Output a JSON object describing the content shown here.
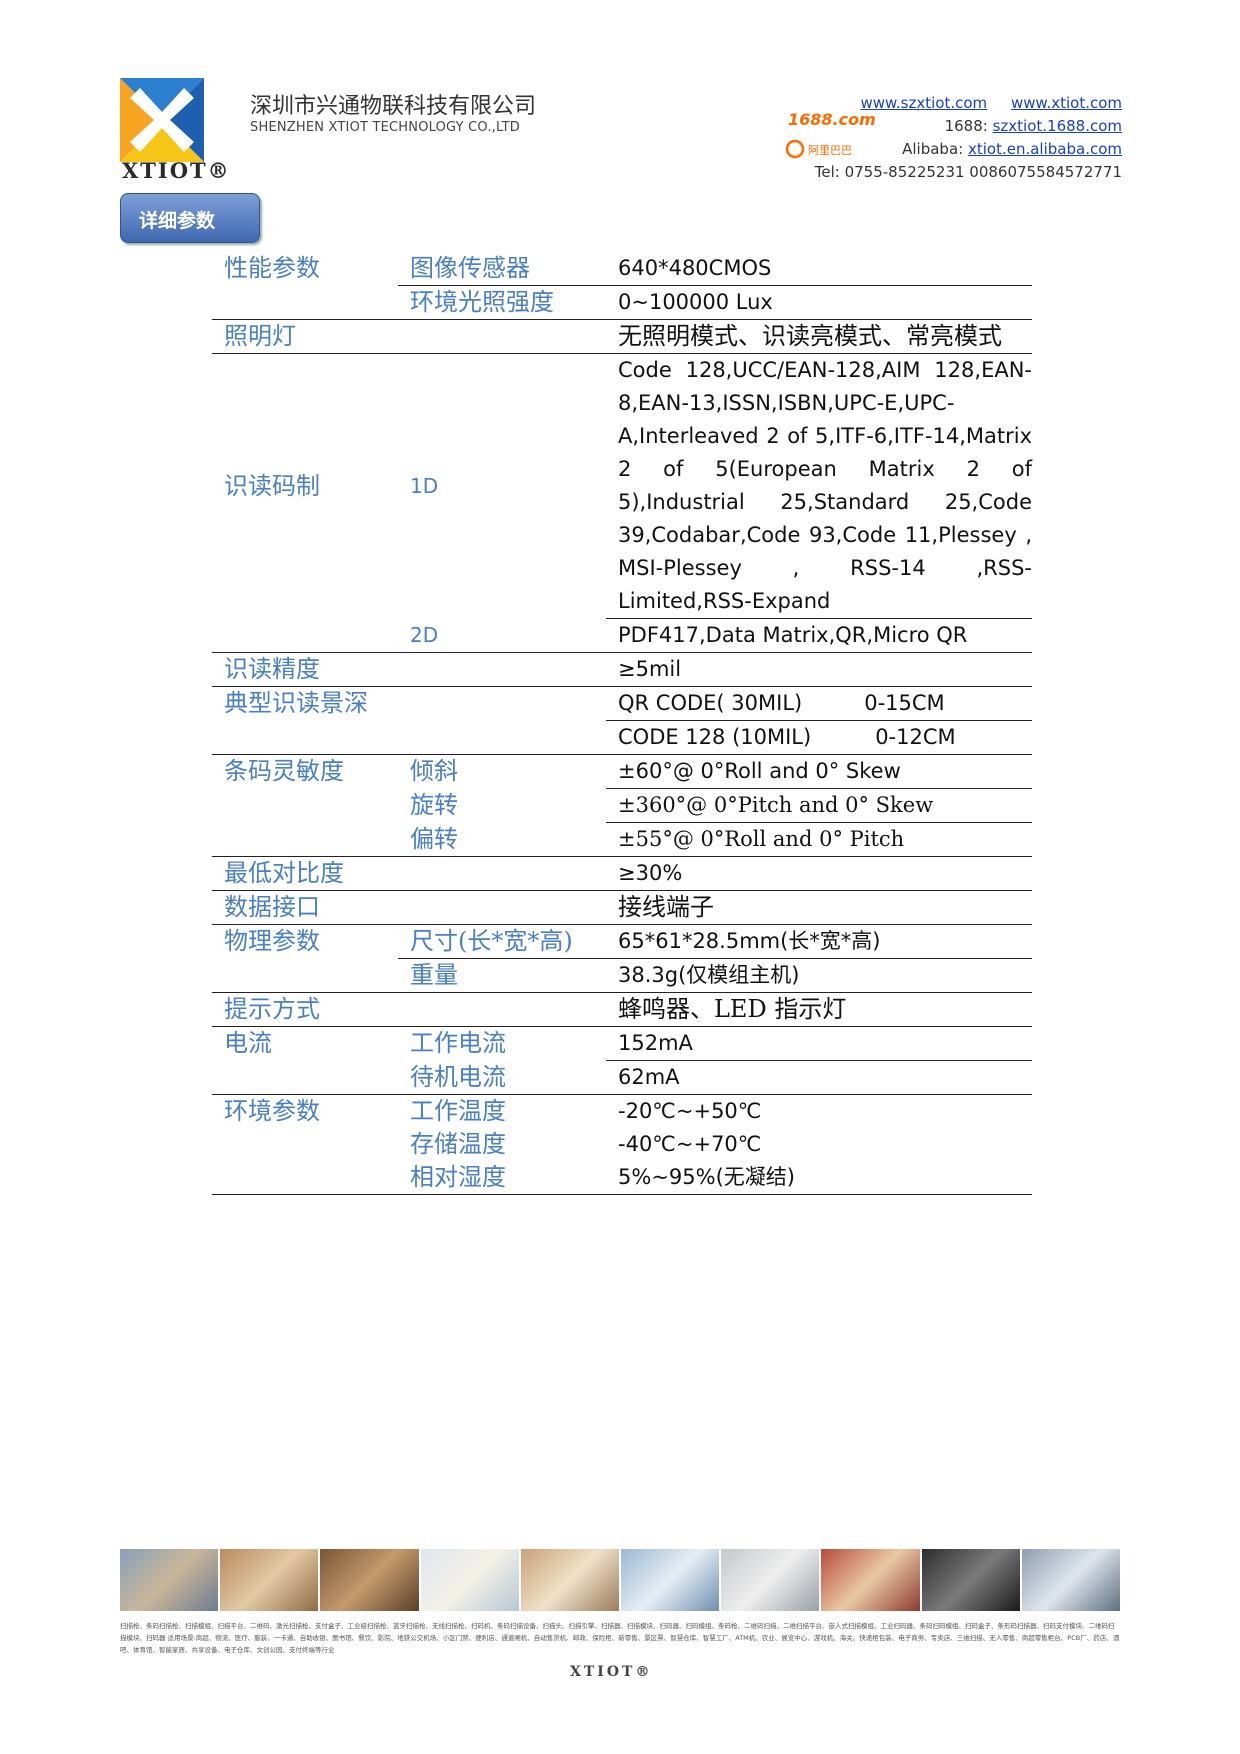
{
  "header": {
    "logo_text": "XTIOT®",
    "company_cn": "深圳市兴通物联科技有限公司",
    "company_en": "SHENZHEN XTIOT TECHNOLOGY CO.,LTD",
    "website1": "www.szxtiot.com",
    "website2": "www.xtiot.com",
    "label_1688": "1688:",
    "link_1688": "szxtiot.1688.com",
    "label_alibaba": "Alibaba:",
    "link_alibaba": "xtiot.en.alibaba.com",
    "tel": "Tel: 0755-85225231    0086075584572771",
    "logo_1688": "1688.com",
    "logo_alibaba": "阿里巴巴"
  },
  "section_title": "详细参数",
  "specs": [
    {
      "c1": "性能参数",
      "c2": "图像传感器",
      "c3": "640*480CMOS"
    },
    {
      "c1": "",
      "c2": "环境光照强度",
      "c3": "0~100000 Lux"
    },
    {
      "c1": "照明灯",
      "c2": "",
      "c3": "无照明模式、识读亮模式、常亮模式"
    },
    {
      "c1": "识读码制",
      "c2": "1D",
      "c3": "Code 128,UCC/EAN-128,AIM 128,EAN-8,EAN-13,ISSN,ISBN,UPC-E,UPC-A,Interleaved 2 of 5,ITF-6,ITF-14,Matrix 2 of 5(European Matrix 2 of 5),Industrial 25,Standard 25,Code 39,Codabar,Code 93,Code 11,Plessey , MSI-Plessey , RSS-14 ,RSS-Limited,RSS-Expand"
    },
    {
      "c1": "",
      "c2": "2D",
      "c3": "PDF417,Data Matrix,QR,Micro QR"
    },
    {
      "c1": "识读精度",
      "c2": "",
      "c3": "≥5mil"
    },
    {
      "c1": "典型识读景深",
      "c2": "",
      "c3a": "QR CODE( 30MIL)",
      "c3b": "0-15CM"
    },
    {
      "c1": "",
      "c2": "",
      "c3a": "CODE 128 (10MIL)",
      "c3b": "0-12CM"
    },
    {
      "c1": "条码灵敏度",
      "c2": "倾斜",
      "c3": "±60°@ 0°Roll and 0° Skew"
    },
    {
      "c1": "",
      "c2": "旋转",
      "c3": "±360°@ 0°Pitch and 0° Skew"
    },
    {
      "c1": "",
      "c2": "偏转",
      "c3": "±55°@ 0°Roll and 0° Pitch"
    },
    {
      "c1": "最低对比度",
      "c2": "",
      "c3": "≥30%"
    },
    {
      "c1": "数据接口",
      "c2": "",
      "c3": "接线端子"
    },
    {
      "c1": "物理参数",
      "c2": "尺寸(长*宽*高)",
      "c3": "65*61*28.5mm(长*宽*高)"
    },
    {
      "c1": "",
      "c2": "重量",
      "c3": "38.3g(仅模组主机)"
    },
    {
      "c1": "提示方式",
      "c2": "",
      "c3": "蜂鸣器、LED 指示灯"
    },
    {
      "c1": "电流",
      "c2": "工作电流",
      "c3": "152mA"
    },
    {
      "c1": "",
      "c2": "待机电流",
      "c3": "62mA"
    },
    {
      "c1": "环境参数",
      "c2": "工作温度",
      "c3": "-20℃~+50℃"
    },
    {
      "c1": "",
      "c2": "存储温度",
      "c3": "-40℃~+70℃"
    },
    {
      "c1": "",
      "c2": "相对湿度",
      "c3": "5%~95%(无凝结)"
    }
  ],
  "footer": {
    "captions": "扫描枪、条码扫描枪、扫描模组、扫描平台、二维码、激光扫描枪、支付盒子、工业级扫描枪、蓝牙扫描枪、无线扫描枪、扫码机、条码扫描设备、扫描头、扫描引擎、扫描器、扫描模块、扫码器、扫码模组、条码枪、二维码扫描、二维扫描平台、嵌入式扫描模组、工业扫码器、条码扫码模组、扫码盒子、条形码扫描器、扫码支付模块、二维码扫描模块、扫码器 适用场景:商超、物流、医疗、服装、一卡通、自助收银、图书馆、餐饮、影院、地铁公交机场、小区门禁、便利店、通道闸机、自动售货机、邮政、保险柜、新零售、景区票、智慧仓库、智慧工厂、ATM机、农业、展览中心、游戏机、海关、快递柜包装、电子商务、专卖店、三维扫描、无人零售、商超零售柜台、PCB厂、药店、酒吧、体育馆、智能家居、共享设备、电子仓库、文创公园、支付终端等行业",
    "logo": "XTIOT®"
  },
  "colors": {
    "label_blue": "#4a7fc1",
    "tab_blue": "#3f68b0",
    "link_blue": "#1a3fc0"
  }
}
